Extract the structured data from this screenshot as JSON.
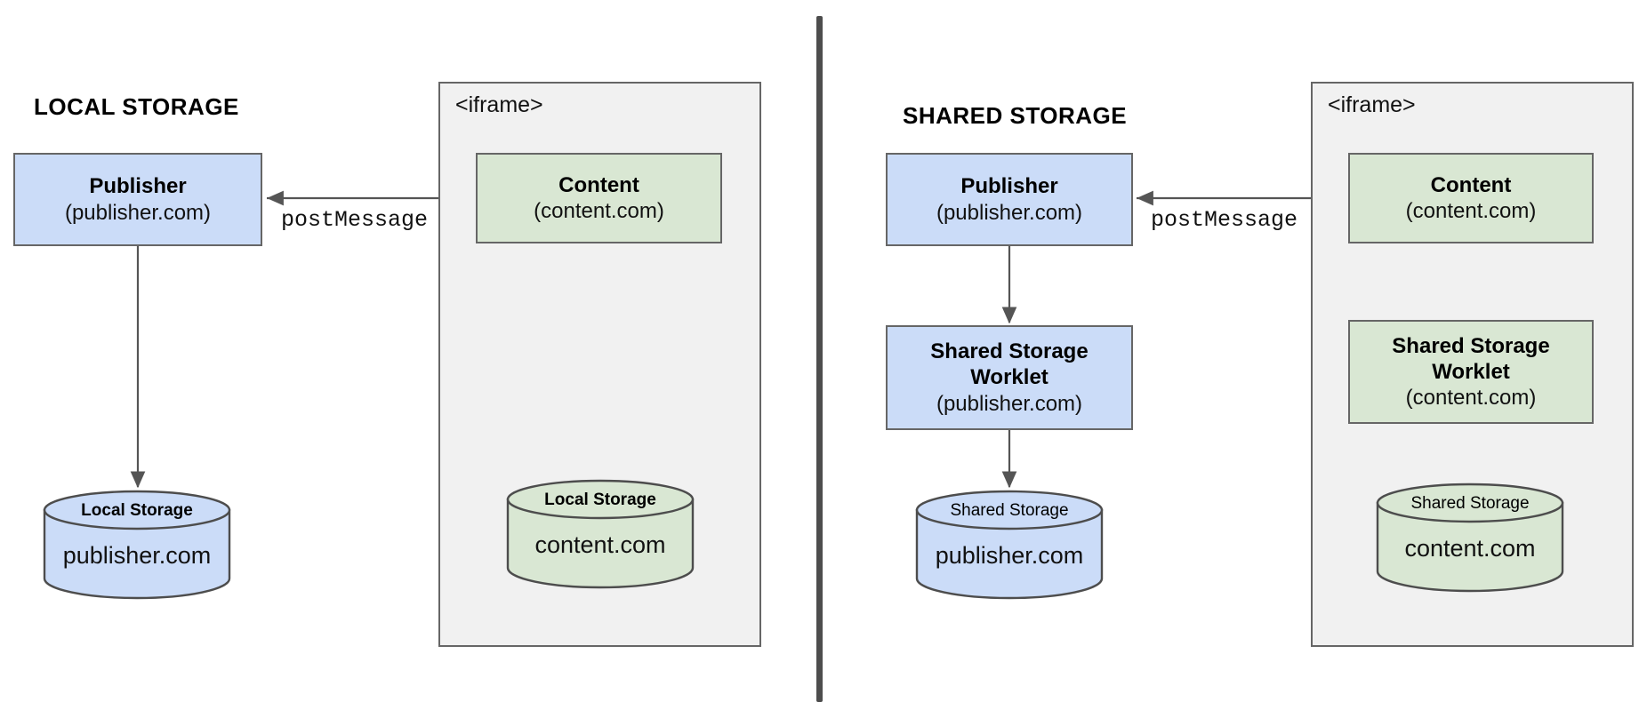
{
  "diagram": {
    "title_left": "LOCAL STORAGE",
    "title_right": "SHARED STORAGE",
    "iframe_label_left": "<iframe>",
    "iframe_label_right": "<iframe>",
    "postmessage_left": "postMessage",
    "postmessage_right": "postMessage"
  },
  "colors": {
    "blue_fill": "#cbdcf8",
    "green_fill": "#d9e7d3",
    "panel_fill": "#f1f1f1",
    "stroke": "#666666",
    "cylinder_stroke": "#4d4d4d",
    "divider": "#4d4d4d"
  },
  "left": {
    "publisher": {
      "title": "Publisher",
      "sub": "(publisher.com)"
    },
    "content": {
      "title": "Content",
      "sub": "(content.com)"
    },
    "publisher_store": {
      "top": "Local Storage",
      "body": "publisher.com"
    },
    "content_store": {
      "top": "Local Storage",
      "body": "content.com"
    }
  },
  "right": {
    "publisher": {
      "title": "Publisher",
      "sub": "(publisher.com)"
    },
    "content": {
      "title": "Content",
      "sub": "(content.com)"
    },
    "publisher_worklet": {
      "title_line1": "Shared Storage",
      "title_line2": "Worklet",
      "sub": "(publisher.com)"
    },
    "content_worklet": {
      "title_line1": "Shared Storage",
      "title_line2": "Worklet",
      "sub": "(content.com)"
    },
    "publisher_store": {
      "top": "Shared Storage",
      "body": "publisher.com"
    },
    "content_store": {
      "top": "Shared Storage",
      "body": "content.com"
    }
  }
}
